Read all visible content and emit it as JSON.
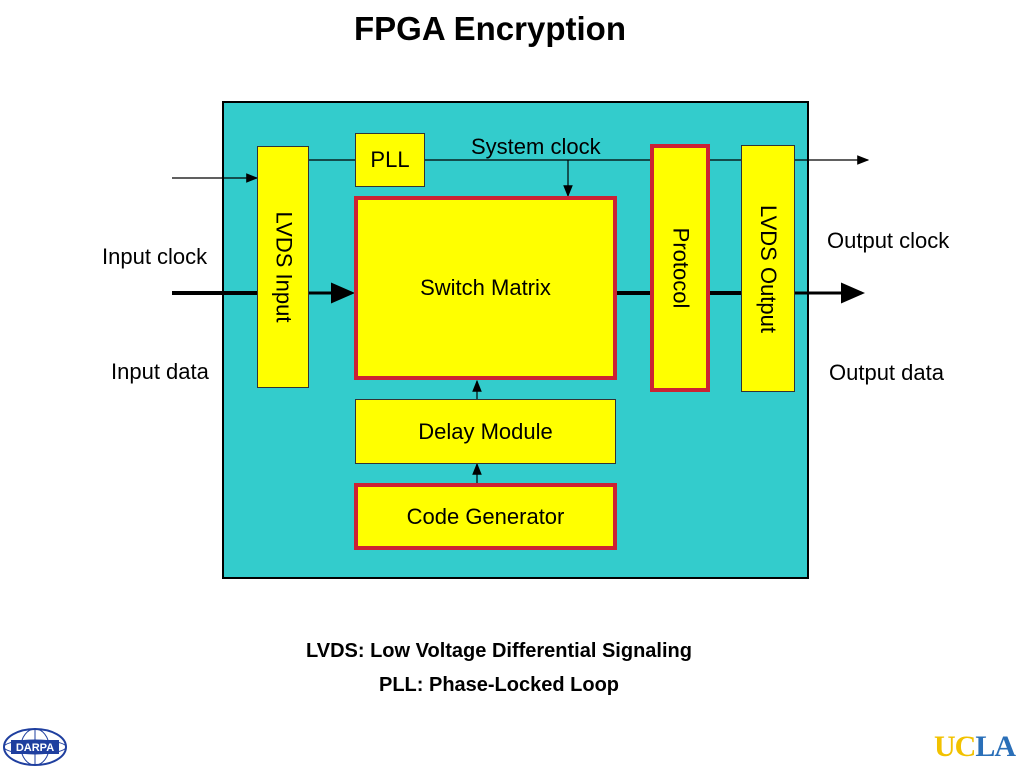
{
  "slide": {
    "title": "FPGA Encryption",
    "footnote_1": "LVDS: Low Voltage Differential Signaling",
    "footnote_2": "PLL: Phase-Locked Loop"
  },
  "diagram": {
    "blocks": {
      "pll": "PLL",
      "lvds_input": "LVDS Input",
      "switch_matrix": "Switch Matrix",
      "protocol": "Protocol",
      "lvds_output": "LVDS Output",
      "delay_module": "Delay Module",
      "code_generator": "Code Generator"
    },
    "labels": {
      "system_clock": "System clock",
      "input_clock": "Input clock",
      "input_data": "Input data",
      "output_clock": "Output clock",
      "output_data": "Output data"
    },
    "colors": {
      "fpga_fill": "#33cccc",
      "block_fill": "#ffff00",
      "highlight_border": "#cc2233"
    }
  },
  "logos": {
    "left": "DARPA",
    "right": "UCLA"
  }
}
